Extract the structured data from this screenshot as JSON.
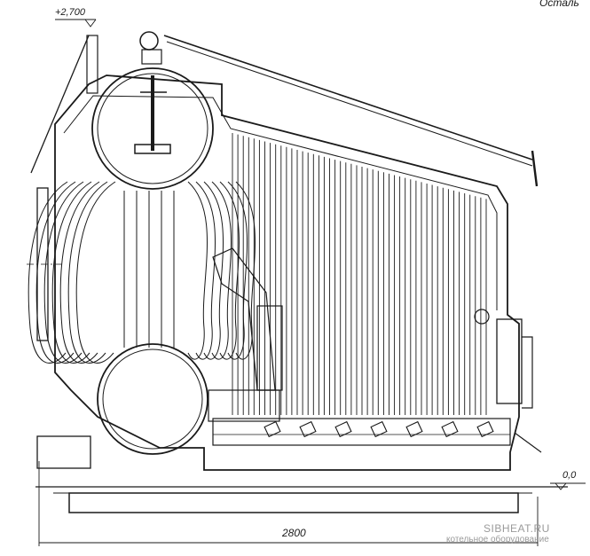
{
  "labels": {
    "corner_note": "Осталь",
    "elevation_top": "+2,700",
    "elevation_floor": "0,0",
    "dimension_width": "2800"
  },
  "watermark": {
    "site": "SIBHEAT.RU",
    "tagline": "котельное оборудование"
  },
  "colors": {
    "ink": "#1a1a1a",
    "watermark": "#9a9a9a",
    "background": "#ffffff"
  },
  "counts": {
    "convective_tubes": 48,
    "screen_tubes": 7,
    "grate_segments": 7
  }
}
